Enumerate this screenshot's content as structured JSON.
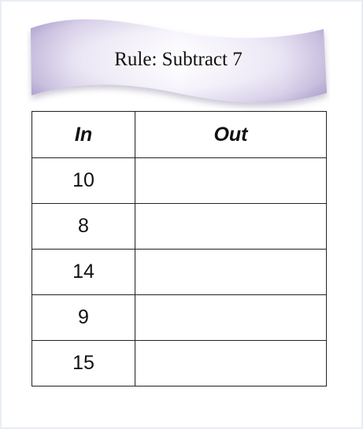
{
  "banner": {
    "text": "Rule: Subtract 7",
    "colors": {
      "fill_light": "#f5f3fb",
      "fill_mid": "#d9d2ea",
      "fill_dark": "#a99cc8",
      "shadow": "#bdb6cc"
    }
  },
  "table": {
    "headers": {
      "in": "In",
      "out": "Out"
    },
    "rows": [
      {
        "in": "10",
        "out": ""
      },
      {
        "in": "8",
        "out": ""
      },
      {
        "in": "14",
        "out": ""
      },
      {
        "in": "9",
        "out": ""
      },
      {
        "in": "15",
        "out": ""
      }
    ]
  }
}
